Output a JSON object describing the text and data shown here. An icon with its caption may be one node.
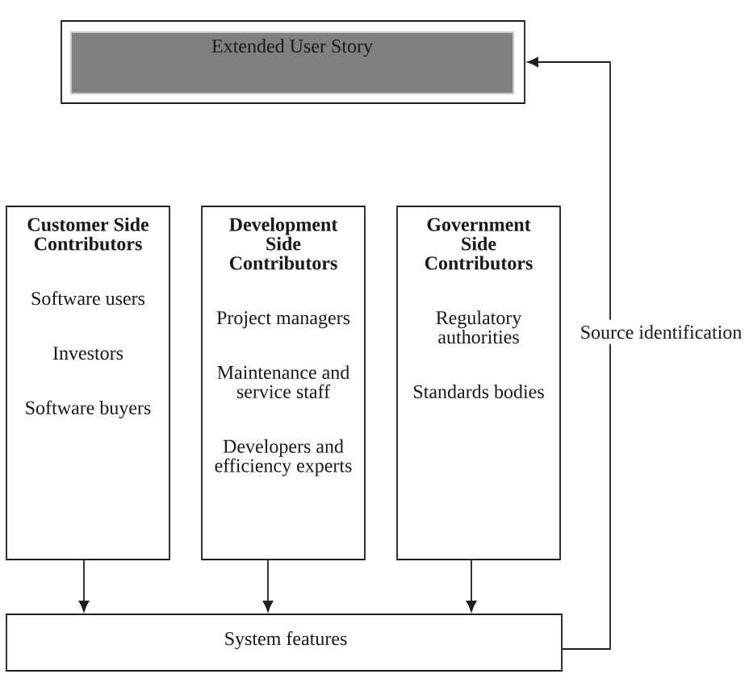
{
  "diagram": {
    "nodes": [
      {
        "text": [
          "Extended User Story"
        ]
      },
      {
        "text": [
          "Customer Side Contributors",
          "Software users",
          "Investors",
          "Software buyers"
        ]
      },
      {
        "text": [
          "Development Side Contributors",
          "Project managers",
          "Maintenance and service staff",
          "Developers and efficiency experts"
        ]
      },
      {
        "text": [
          "Government Side Contributors",
          "Regulatory authorities",
          "Standards bodies"
        ]
      },
      {
        "text": [
          "System features"
        ]
      }
    ],
    "edges": [
      {
        "from": 1,
        "to": 4,
        "arrow": "to"
      },
      {
        "from": 2,
        "to": 4,
        "arrow": "to"
      },
      {
        "from": 3,
        "to": 4,
        "arrow": "to"
      },
      {
        "from": 4,
        "to": 0,
        "arrow": "to",
        "label": "Source identification"
      }
    ]
  }
}
